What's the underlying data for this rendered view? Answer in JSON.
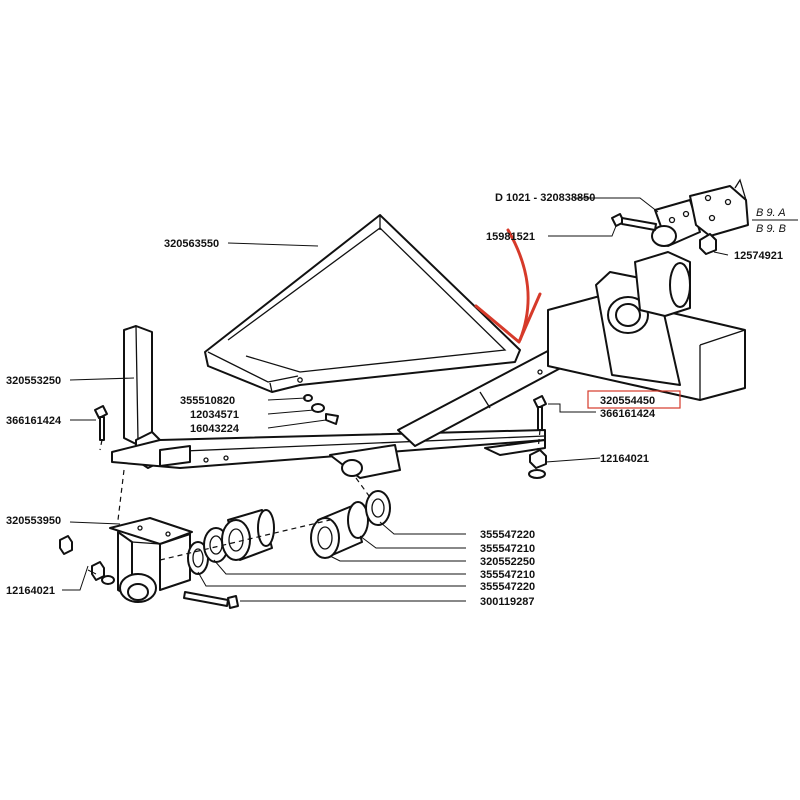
{
  "labels": {
    "top_assembly": "D 1021 - 320838850",
    "ref_a": "B 9. A",
    "ref_b": "B 9. B",
    "bolt_top": "15981521",
    "nut_top": "12574921",
    "cover": "320563550",
    "frame_post": "320553250",
    "bolt_left": "366161424",
    "washer_a": "355510820",
    "washer_b": "12034571",
    "screw_a": "16043224",
    "highlighted_part": "320554450",
    "bolt_right": "366161424",
    "nut_right": "12164021",
    "bracket": "320553950",
    "nut_left": "12164021",
    "ring_1": "355547220",
    "ring_2": "355547210",
    "bushing": "320552250",
    "ring_3": "355547210",
    "ring_4": "355547220",
    "long_bolt": "300119287"
  },
  "colors": {
    "highlight": "#d63a2a",
    "ink": "#111111"
  }
}
